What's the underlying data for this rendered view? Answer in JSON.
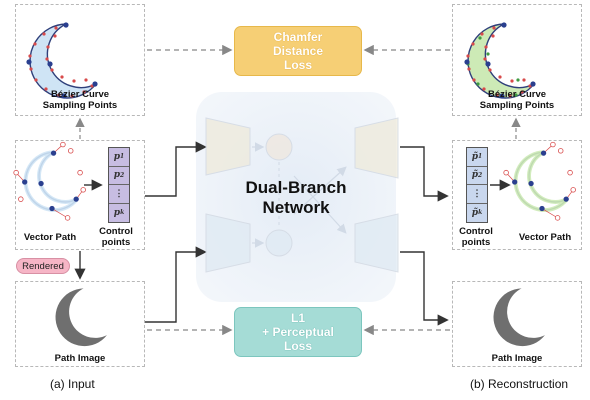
{
  "input": {
    "bezier_label": "Bézier Curve\nSampling Points",
    "vector_path_label": "Vector Path",
    "control_points_label": "Control\npoints",
    "control_points": [
      "p",
      "p",
      "⋮",
      "p"
    ],
    "control_point_subscripts": [
      "1",
      "2",
      "",
      "k"
    ],
    "rendered_badge": "Rendered",
    "path_image_label": "Path Image",
    "caption": "(a) Input"
  },
  "network": {
    "title": "Dual-Branch\nNetwork"
  },
  "losses": {
    "chamfer": "Chamfer\nDistance\nLoss",
    "l1": "L1\n+ Perceptual\nLoss"
  },
  "output": {
    "bezier_label": "Bézier Curve\nSampling Points",
    "vector_path_label": "Vector Path",
    "control_points_label": "Control\npoints",
    "control_points": [
      "p̃",
      "p̃",
      "⋮",
      "p̃"
    ],
    "control_point_subscripts": [
      "1",
      "2",
      "",
      "k"
    ],
    "path_image_label": "Path Image",
    "caption": "(b) Reconstruction"
  },
  "colors": {
    "chamfer_fill": "#f6cf75",
    "l1_fill": "#a5dcd6",
    "input_curve": "#cfe4f5",
    "output_curve": "#cdeab6",
    "sampling_points": "#d84a4a",
    "control_point": "#2a3f8f",
    "rendered_badge": "#f6b5c6"
  },
  "icons": [
    "crescent-moon-shape",
    "down-arrow",
    "right-arrow"
  ]
}
